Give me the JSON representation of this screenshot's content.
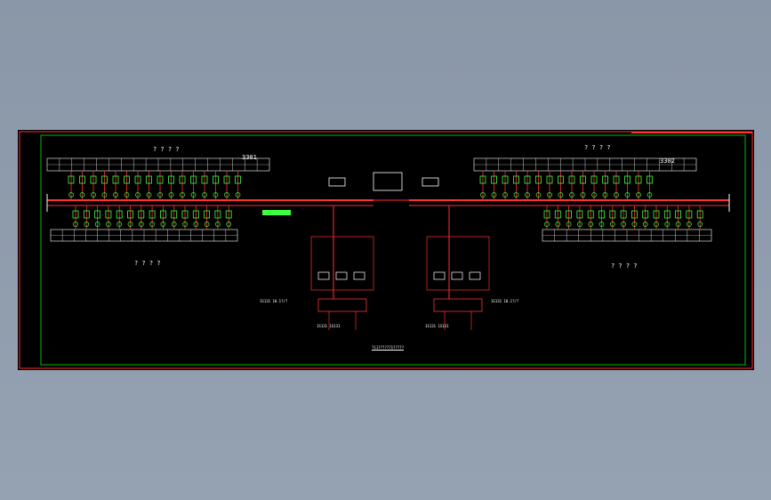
{
  "drawing": {
    "colors": {
      "background": "#000000",
      "bus": "#ff3030",
      "frame": "#00c000",
      "device": "#40ff40",
      "text": "#ffffff"
    },
    "left_section": {
      "top_label": "? ? ? ?",
      "bottom_label": "? ? ? ?",
      "bus_label": "3301"
    },
    "right_section": {
      "top_label": "? ? ? ?",
      "bottom_label": "? ? ? ?",
      "bus_label": "3302"
    },
    "title_block": "?11??????1?????",
    "center_labels": {
      "ref_left": "1S131 10.1?/?",
      "ref_right": "1S131 10.1?/?",
      "tr_left": "1S131 1S131",
      "tr_right": "1S131 1S131"
    }
  }
}
